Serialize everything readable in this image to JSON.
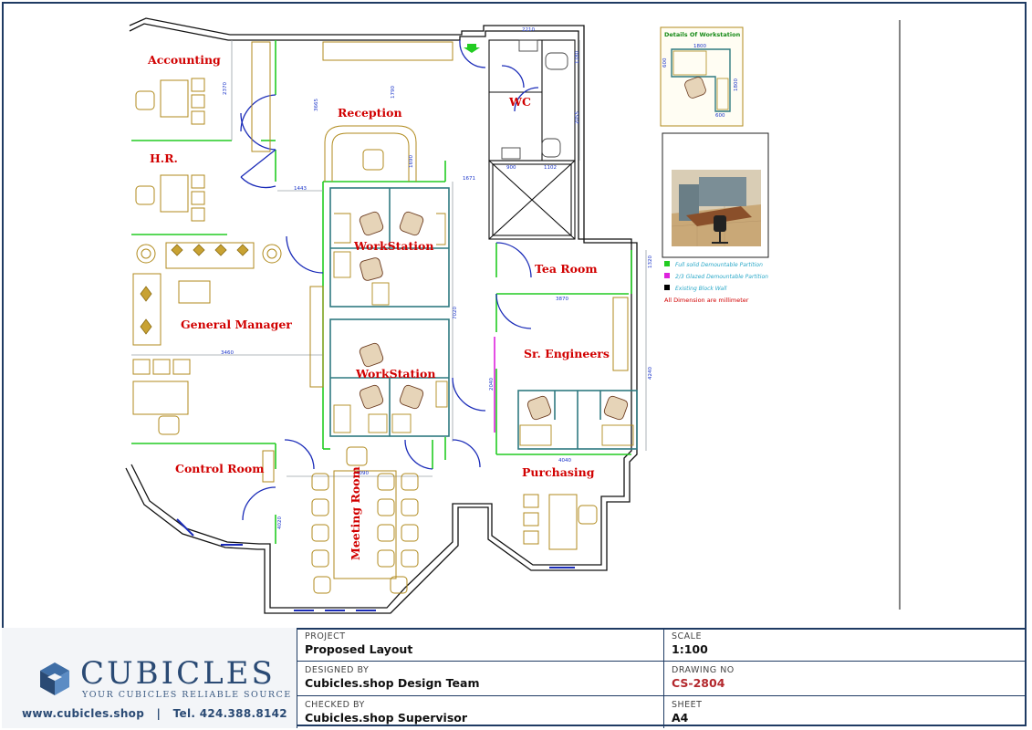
{
  "rooms": {
    "accounting": "Accounting",
    "hr": "H.R.",
    "reception": "Reception",
    "wc": "WC",
    "workstation_1": "WorkStation",
    "workstation_2": "WorkStation",
    "general_manager": "General Manager",
    "tea_room": "Tea Room",
    "sr_engineers": "Sr. Engineers",
    "control_room": "Control Room",
    "meeting_room": "Meeting Room",
    "purchasing": "Purchasing"
  },
  "detail_box": {
    "title": "Details Of Workstation"
  },
  "legend": {
    "items": [
      {
        "label": "Full solid Demountable Partition",
        "color": "#22cc22"
      },
      {
        "label": "2/3 Glazed Demountable Partition",
        "color": "#dd22dd"
      },
      {
        "label": "Existing Block Wall",
        "color": "#000000"
      }
    ],
    "note": "All Dimension are millimeter"
  },
  "colors": {
    "wall": "#111111",
    "partition_solid": "#22cc22",
    "partition_glazed": "#dd22dd",
    "furniture": "#b08a1c",
    "door": "#1a2bb8",
    "workstation": "#2f7a80",
    "room_label": "#d10000",
    "dimension": "#1a34c9",
    "brand": "#2a4a74"
  },
  "titleblock": {
    "brand_name": "CUBICLES",
    "brand_tagline": "YOUR CUBICLES RELIABLE SOURCE",
    "contact": "www.cubicles.shop   |   Tel. 424.388.8142",
    "project_label": "PROJECT",
    "project_value": "Proposed Layout",
    "designed_label": "DESIGNED BY",
    "designed_value": "Cubicles.shop Design Team",
    "checked_label": "CHECKED BY",
    "checked_value": "Cubicles.shop Supervisor",
    "scale_label": "SCALE",
    "scale_value": "1:100",
    "drawing_label": "DRAWING NO",
    "drawing_value": "CS-2804",
    "sheet_label": "SHEET",
    "sheet_value": "A4"
  }
}
